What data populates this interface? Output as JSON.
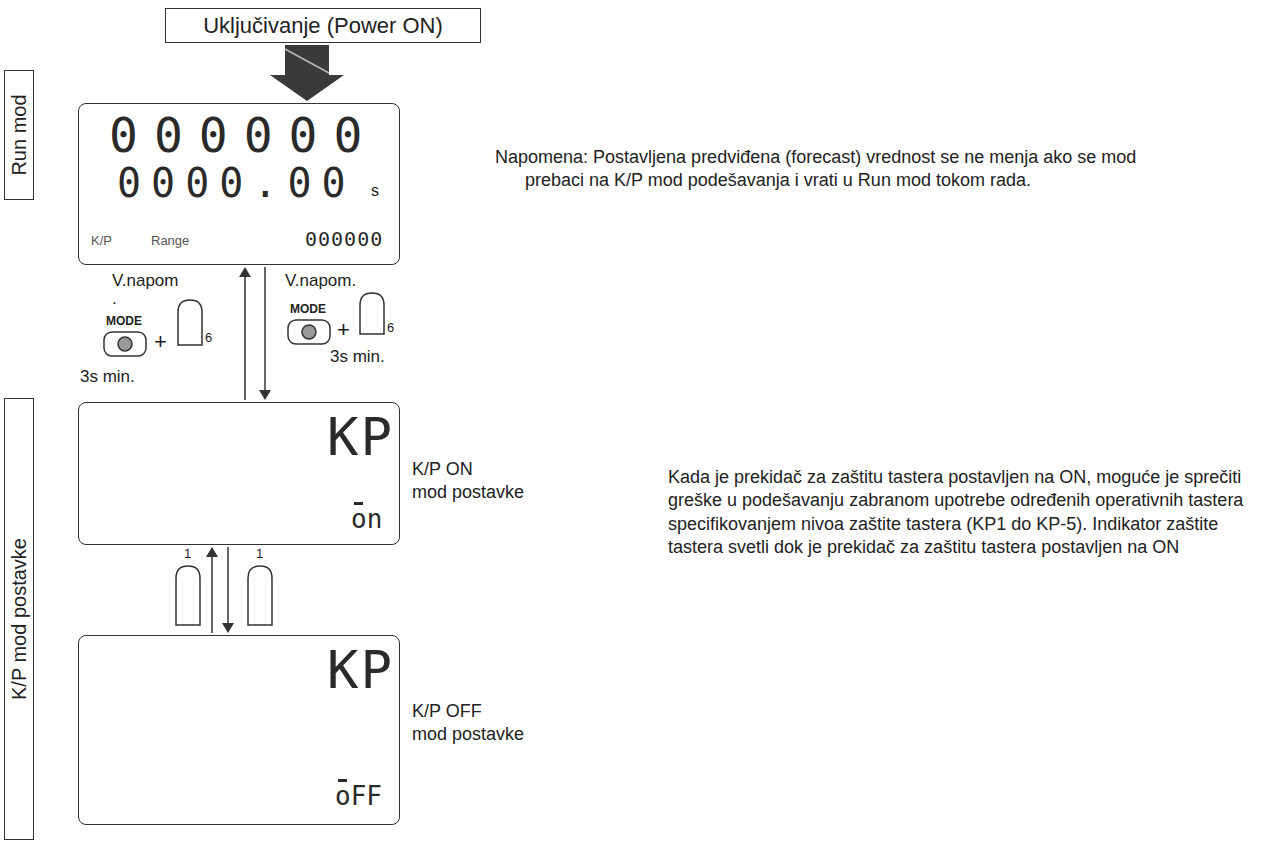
{
  "diagram": {
    "nodes": [
      {
        "text": [
          "Uključivanje (Power ON)"
        ]
      },
      {
        "text": [
          "Run mod"
        ]
      },
      {
        "text": [
          "000000",
          "0000.00",
          "s",
          "K/P",
          "Range",
          "000000"
        ]
      },
      {
        "text": [
          "K/P mod postavke"
        ]
      },
      {
        "text": [
          "KP",
          "on"
        ]
      },
      {
        "text": [
          "KP",
          "oFF"
        ]
      }
    ],
    "edges": [
      {
        "from": 0,
        "to": 2,
        "arrow": "to"
      },
      {
        "from": 2,
        "to": 4,
        "arrow": "to"
      },
      {
        "from": 4,
        "to": 2,
        "arrow": "to"
      },
      {
        "from": 4,
        "to": 5,
        "arrow": "to"
      },
      {
        "from": 5,
        "to": 4,
        "arrow": "to"
      }
    ],
    "labels": [
      "Napomena: Postavljena predviđena (forecast) vrednost se ne menja ako se mod prebaci na K/P mod podešavanja i vrati u Run mod tokom rada.",
      "V.napom",
      ".",
      "MODE",
      "+",
      "6",
      "3s min.",
      "V.napom.",
      "MODE",
      "+",
      "6",
      "3s min.",
      "K/P ON",
      "mod postavke",
      "1",
      "1",
      "Kada je prekidač za zaštitu tastera postavljen na ON, moguće je sprečiti greške u podešavanju zabranom upotrebe određenih operativnih tastera specifikovanjem nivoa zaštite tastera (KP1 do KP-5). Indikator zaštite tastera svetli dok je prekidač za zaštitu tastera postavljen na ON",
      "K/P OFF",
      "mod postavke"
    ]
  }
}
